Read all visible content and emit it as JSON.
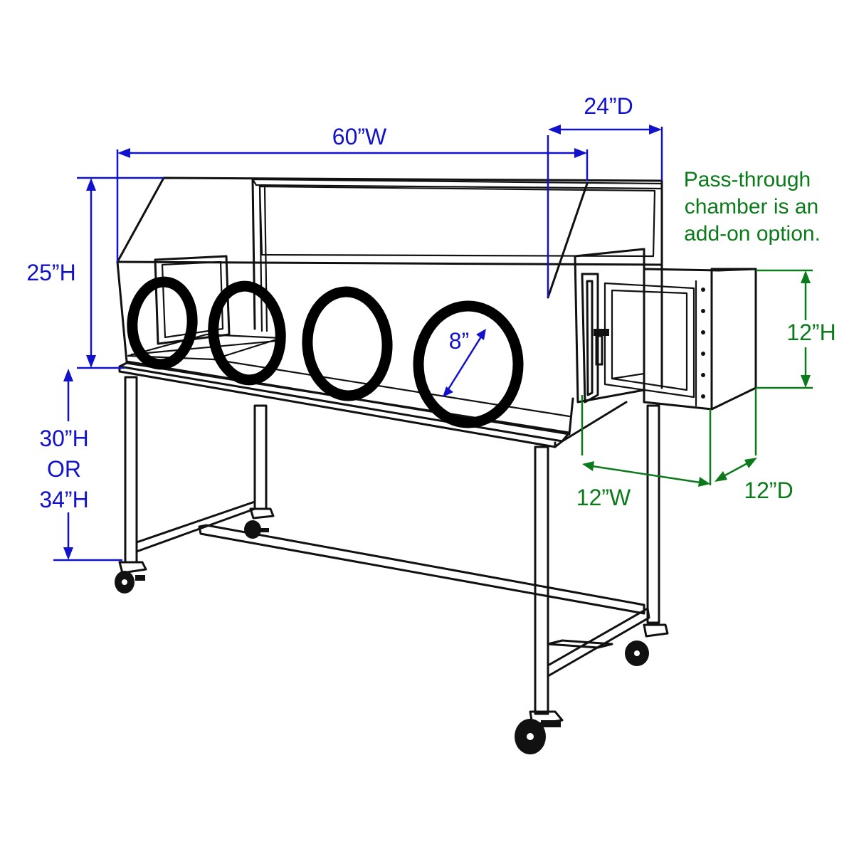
{
  "dimensions": {
    "width_main": "60”W",
    "depth_main": "24”D",
    "height_main": "25”H",
    "port_diameter": "8”",
    "stand_height_line1": "30”H",
    "stand_height_line2": "OR",
    "stand_height_line3": "34”H",
    "chamber_height": "12”H",
    "chamber_width": "12”W",
    "chamber_depth": "12”D"
  },
  "note": {
    "line1": "Pass-through",
    "line2": "chamber is an",
    "line3": "add-on option."
  },
  "colors": {
    "main_dimensions": "#1212cc",
    "chamber_dimensions": "#0a7a1a"
  }
}
